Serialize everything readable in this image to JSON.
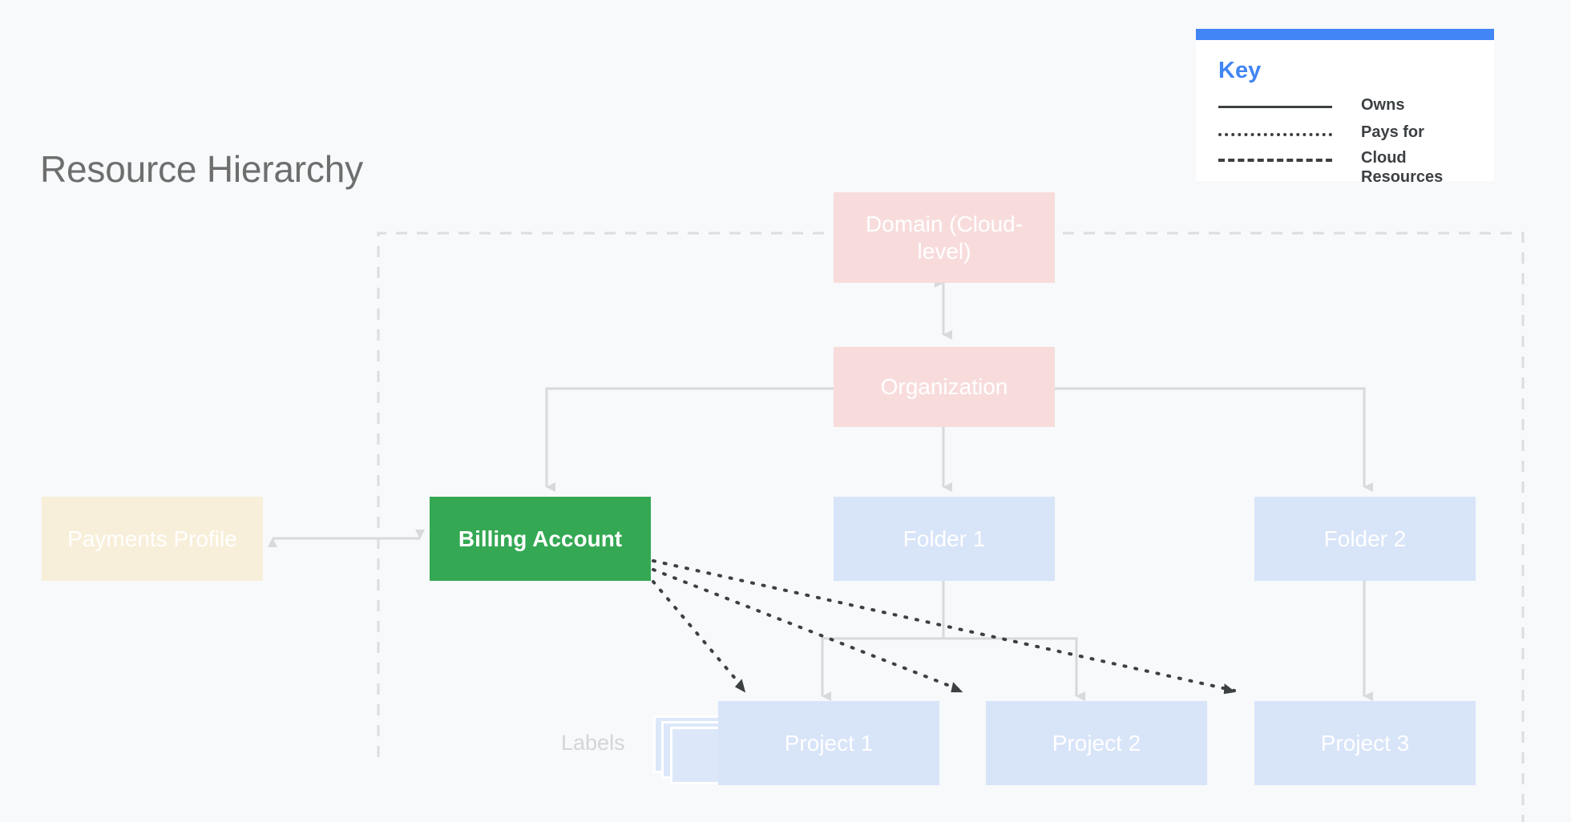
{
  "page": {
    "title": "Resource Hierarchy",
    "background_color": "#f7f9fa"
  },
  "key": {
    "title": "Key",
    "accent_color": "#4285f4",
    "items": [
      {
        "style": "solid",
        "label": "Owns"
      },
      {
        "style": "dotted",
        "label": "Pays for"
      },
      {
        "style": "dashed",
        "label": "Cloud\nResources"
      }
    ],
    "cloud_line1": "Cloud",
    "cloud_line2": "Resources"
  },
  "nodes": {
    "domain": {
      "label": "Domain (Cloud-level)",
      "color": "#f8dcdc",
      "text_color": "#ffffff"
    },
    "organization": {
      "label": "Organization",
      "color": "#f8dcdc",
      "text_color": "#ffffff"
    },
    "payments": {
      "label": "Payments Profile",
      "color": "#f8efda",
      "text_color": "#ffffff"
    },
    "billing": {
      "label": "Billing Account",
      "color": "#34a853",
      "text_color": "#ffffff"
    },
    "folder1": {
      "label": "Folder 1",
      "color": "#d8e4f8",
      "text_color": "#ffffff"
    },
    "folder2": {
      "label": "Folder 2",
      "color": "#d8e4f8",
      "text_color": "#ffffff"
    },
    "project1": {
      "label": "Project 1",
      "color": "#d8e4f8",
      "text_color": "#ffffff"
    },
    "project2": {
      "label": "Project 2",
      "color": "#d8e4f8",
      "text_color": "#ffffff"
    },
    "project3": {
      "label": "Project 3",
      "color": "#d8e4f8",
      "text_color": "#ffffff"
    },
    "labels": {
      "label": "Labels",
      "text_color": "#d2d5d9"
    }
  },
  "edges": {
    "owns_color": "#d8d9db",
    "pays_color": "#3c4043",
    "boundary_color": "#dcdddf",
    "relations": [
      {
        "from": "domain",
        "to": "organization",
        "type": "owns",
        "bidirectional": true
      },
      {
        "from": "organization",
        "to": "billing",
        "type": "owns"
      },
      {
        "from": "organization",
        "to": "folder1",
        "type": "owns"
      },
      {
        "from": "organization",
        "to": "folder2",
        "type": "owns"
      },
      {
        "from": "payments",
        "to": "billing",
        "type": "owns",
        "bidirectional": true
      },
      {
        "from": "folder1",
        "to": "project1",
        "type": "owns"
      },
      {
        "from": "folder1",
        "to": "project2",
        "type": "owns"
      },
      {
        "from": "folder2",
        "to": "project3",
        "type": "owns"
      },
      {
        "from": "billing",
        "to": "project1",
        "type": "pays for"
      },
      {
        "from": "billing",
        "to": "project2",
        "type": "pays for"
      },
      {
        "from": "billing",
        "to": "project3",
        "type": "pays for"
      }
    ]
  }
}
